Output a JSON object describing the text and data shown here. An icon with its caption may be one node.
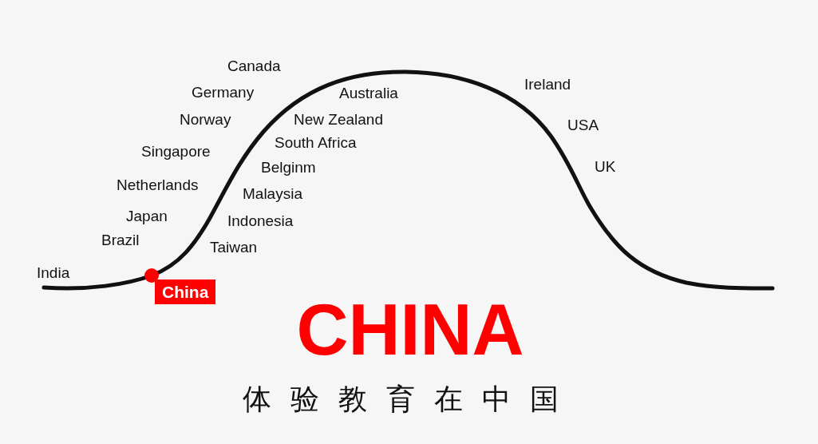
{
  "diagram": {
    "title": "CHINA",
    "caption": "体验教育在中国",
    "nodes": [
      {
        "text": [
          "China"
        ]
      }
    ],
    "labels": [
      "Canada",
      "Ireland",
      "Germany",
      "Australia",
      "Norway",
      "New Zealand",
      "USA",
      "South Africa",
      "Singapore",
      "Belginm",
      "UK",
      "Netherlands",
      "Malaysia",
      "Japan",
      "Indonesia",
      "Brazil",
      "Taiwan",
      "India"
    ]
  }
}
